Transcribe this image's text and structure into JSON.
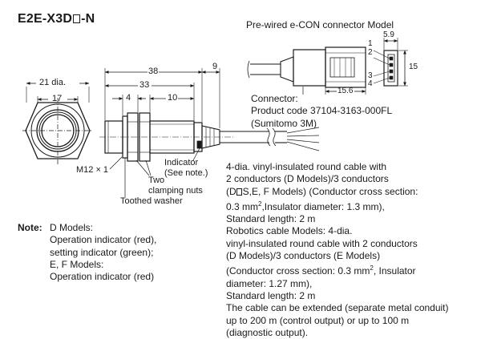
{
  "title_prefix": "E2E-X3D",
  "title_suffix": "-N",
  "econ_title": "Pre-wired e-CON connector Model",
  "dims": {
    "d21": "21 dia.",
    "d17": "17",
    "d38": "38",
    "d9": "9",
    "d33": "33",
    "d4": "4",
    "d10": "10",
    "m12": "M12 × 1",
    "c59": "5.9",
    "c15": "15",
    "c156": "15.6",
    "pin1": "1",
    "pin2": "2",
    "pin3": "3",
    "pin4": "4"
  },
  "callouts": {
    "indicator": "Indicator",
    "see_note": "(See note.)",
    "two": "Two",
    "clamping_nuts": "clamping nuts",
    "toothed_washer": "Toothed washer"
  },
  "connector": {
    "line1": "Connector:",
    "line2": "Product code 37104-3163-000FL",
    "line3": "(Sumitomo 3M)"
  },
  "cable": {
    "l1": "4-dia. vinyl-insulated round cable with",
    "l2": "2 conductors (D Models)/3 conductors",
    "l3_pre": "(D",
    "l3_post": "S,E, F Models) (Conductor cross section:",
    "l4_pre": "0.3 mm",
    "l4_post": ",Insulator diameter: 1.3 mm),",
    "l5": "Standard length: 2 m",
    "l6": "Robotics cable Models: 4-dia.",
    "l7": "vinyl-insulated round cable with 2 conductors",
    "l8": "(D Models)/3 conductors (E Models)",
    "l9_pre": "(Conductor cross section: 0.3 mm",
    "l9_post": ", Insulator",
    "l10": "diameter: 1.27 mm),",
    "l11": "Standard length: 2 m",
    "l12": "The cable can be extended (separate metal conduit)",
    "l13": "up to 200 m (control output) or up to 100 m",
    "l14": "(diagnostic output).",
    "sup2": "2"
  },
  "note": {
    "label": "Note:",
    "lines": [
      "D Models:",
      "Operation indicator (red),",
      "setting indicator (green);",
      "E, F Models:",
      "Operation indicator (red)"
    ]
  }
}
